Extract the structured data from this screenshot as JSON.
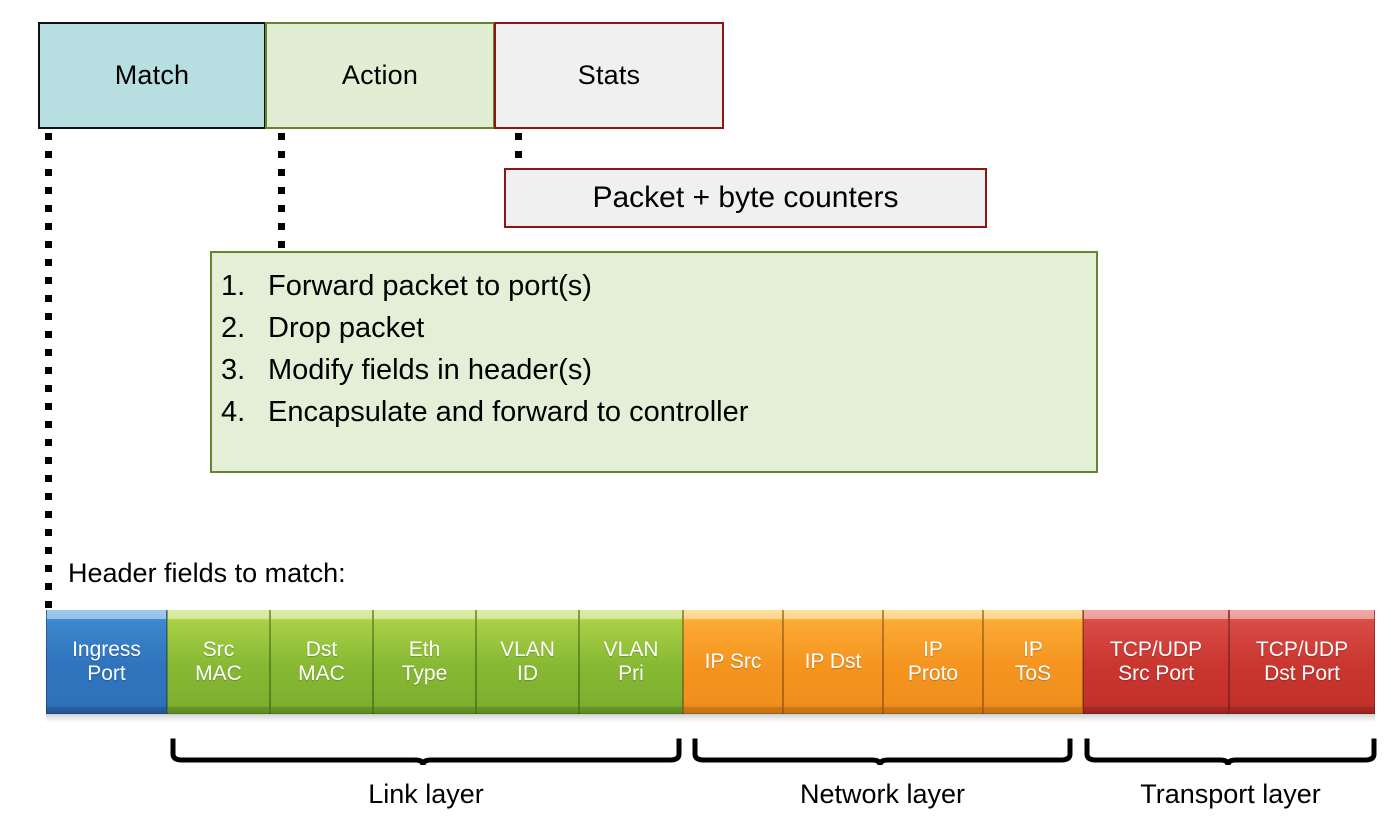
{
  "flow_entry": {
    "match_label": "Match",
    "action_label": "Action",
    "stats_label": "Stats"
  },
  "stats_callout": {
    "text": "Packet + byte counters"
  },
  "action_callout": {
    "items": [
      {
        "num": "1.",
        "text": "Forward packet to port(s)"
      },
      {
        "num": "2.",
        "text": "Drop packet"
      },
      {
        "num": "3.",
        "text": "Modify fields in header(s)"
      },
      {
        "num": "4.",
        "text": "Encapsulate and forward to controller"
      }
    ]
  },
  "header_fields": {
    "caption": "Header fields to match:",
    "fields": [
      {
        "line1": "Ingress",
        "line2": "Port",
        "color": "#2f73bd",
        "group": "ingress"
      },
      {
        "line1": "Src",
        "line2": "MAC",
        "color": "#86b833",
        "group": "link"
      },
      {
        "line1": "Dst",
        "line2": "MAC",
        "color": "#86b833",
        "group": "link"
      },
      {
        "line1": "Eth",
        "line2": "Type",
        "color": "#86b833",
        "group": "link"
      },
      {
        "line1": "VLAN",
        "line2": "ID",
        "color": "#86b833",
        "group": "link"
      },
      {
        "line1": "VLAN",
        "line2": "Pri",
        "color": "#86b833",
        "group": "link"
      },
      {
        "line1": "IP Src",
        "line2": "",
        "color": "#f5941f",
        "group": "network"
      },
      {
        "line1": "IP Dst",
        "line2": "",
        "color": "#f5941f",
        "group": "network"
      },
      {
        "line1": "IP",
        "line2": "Proto",
        "color": "#f5941f",
        "group": "network"
      },
      {
        "line1": "IP",
        "line2": "ToS",
        "color": "#f5941f",
        "group": "network"
      },
      {
        "line1": "TCP/UDP",
        "line2": "Src Port",
        "color": "#c9352f",
        "group": "transport"
      },
      {
        "line1": "TCP/UDP",
        "line2": "Dst Port",
        "color": "#c9352f",
        "group": "transport"
      }
    ]
  },
  "layers": [
    {
      "label": "Link layer"
    },
    {
      "label": "Network layer"
    },
    {
      "label": "Transport layer"
    }
  ],
  "colors": {
    "match_fill": "#b7dee0",
    "match_border": "#111111",
    "action_fill": "#e1eed4",
    "action_border": "#69842f",
    "stats_fill": "#f0f0f0",
    "stats_border": "#8b1616"
  }
}
